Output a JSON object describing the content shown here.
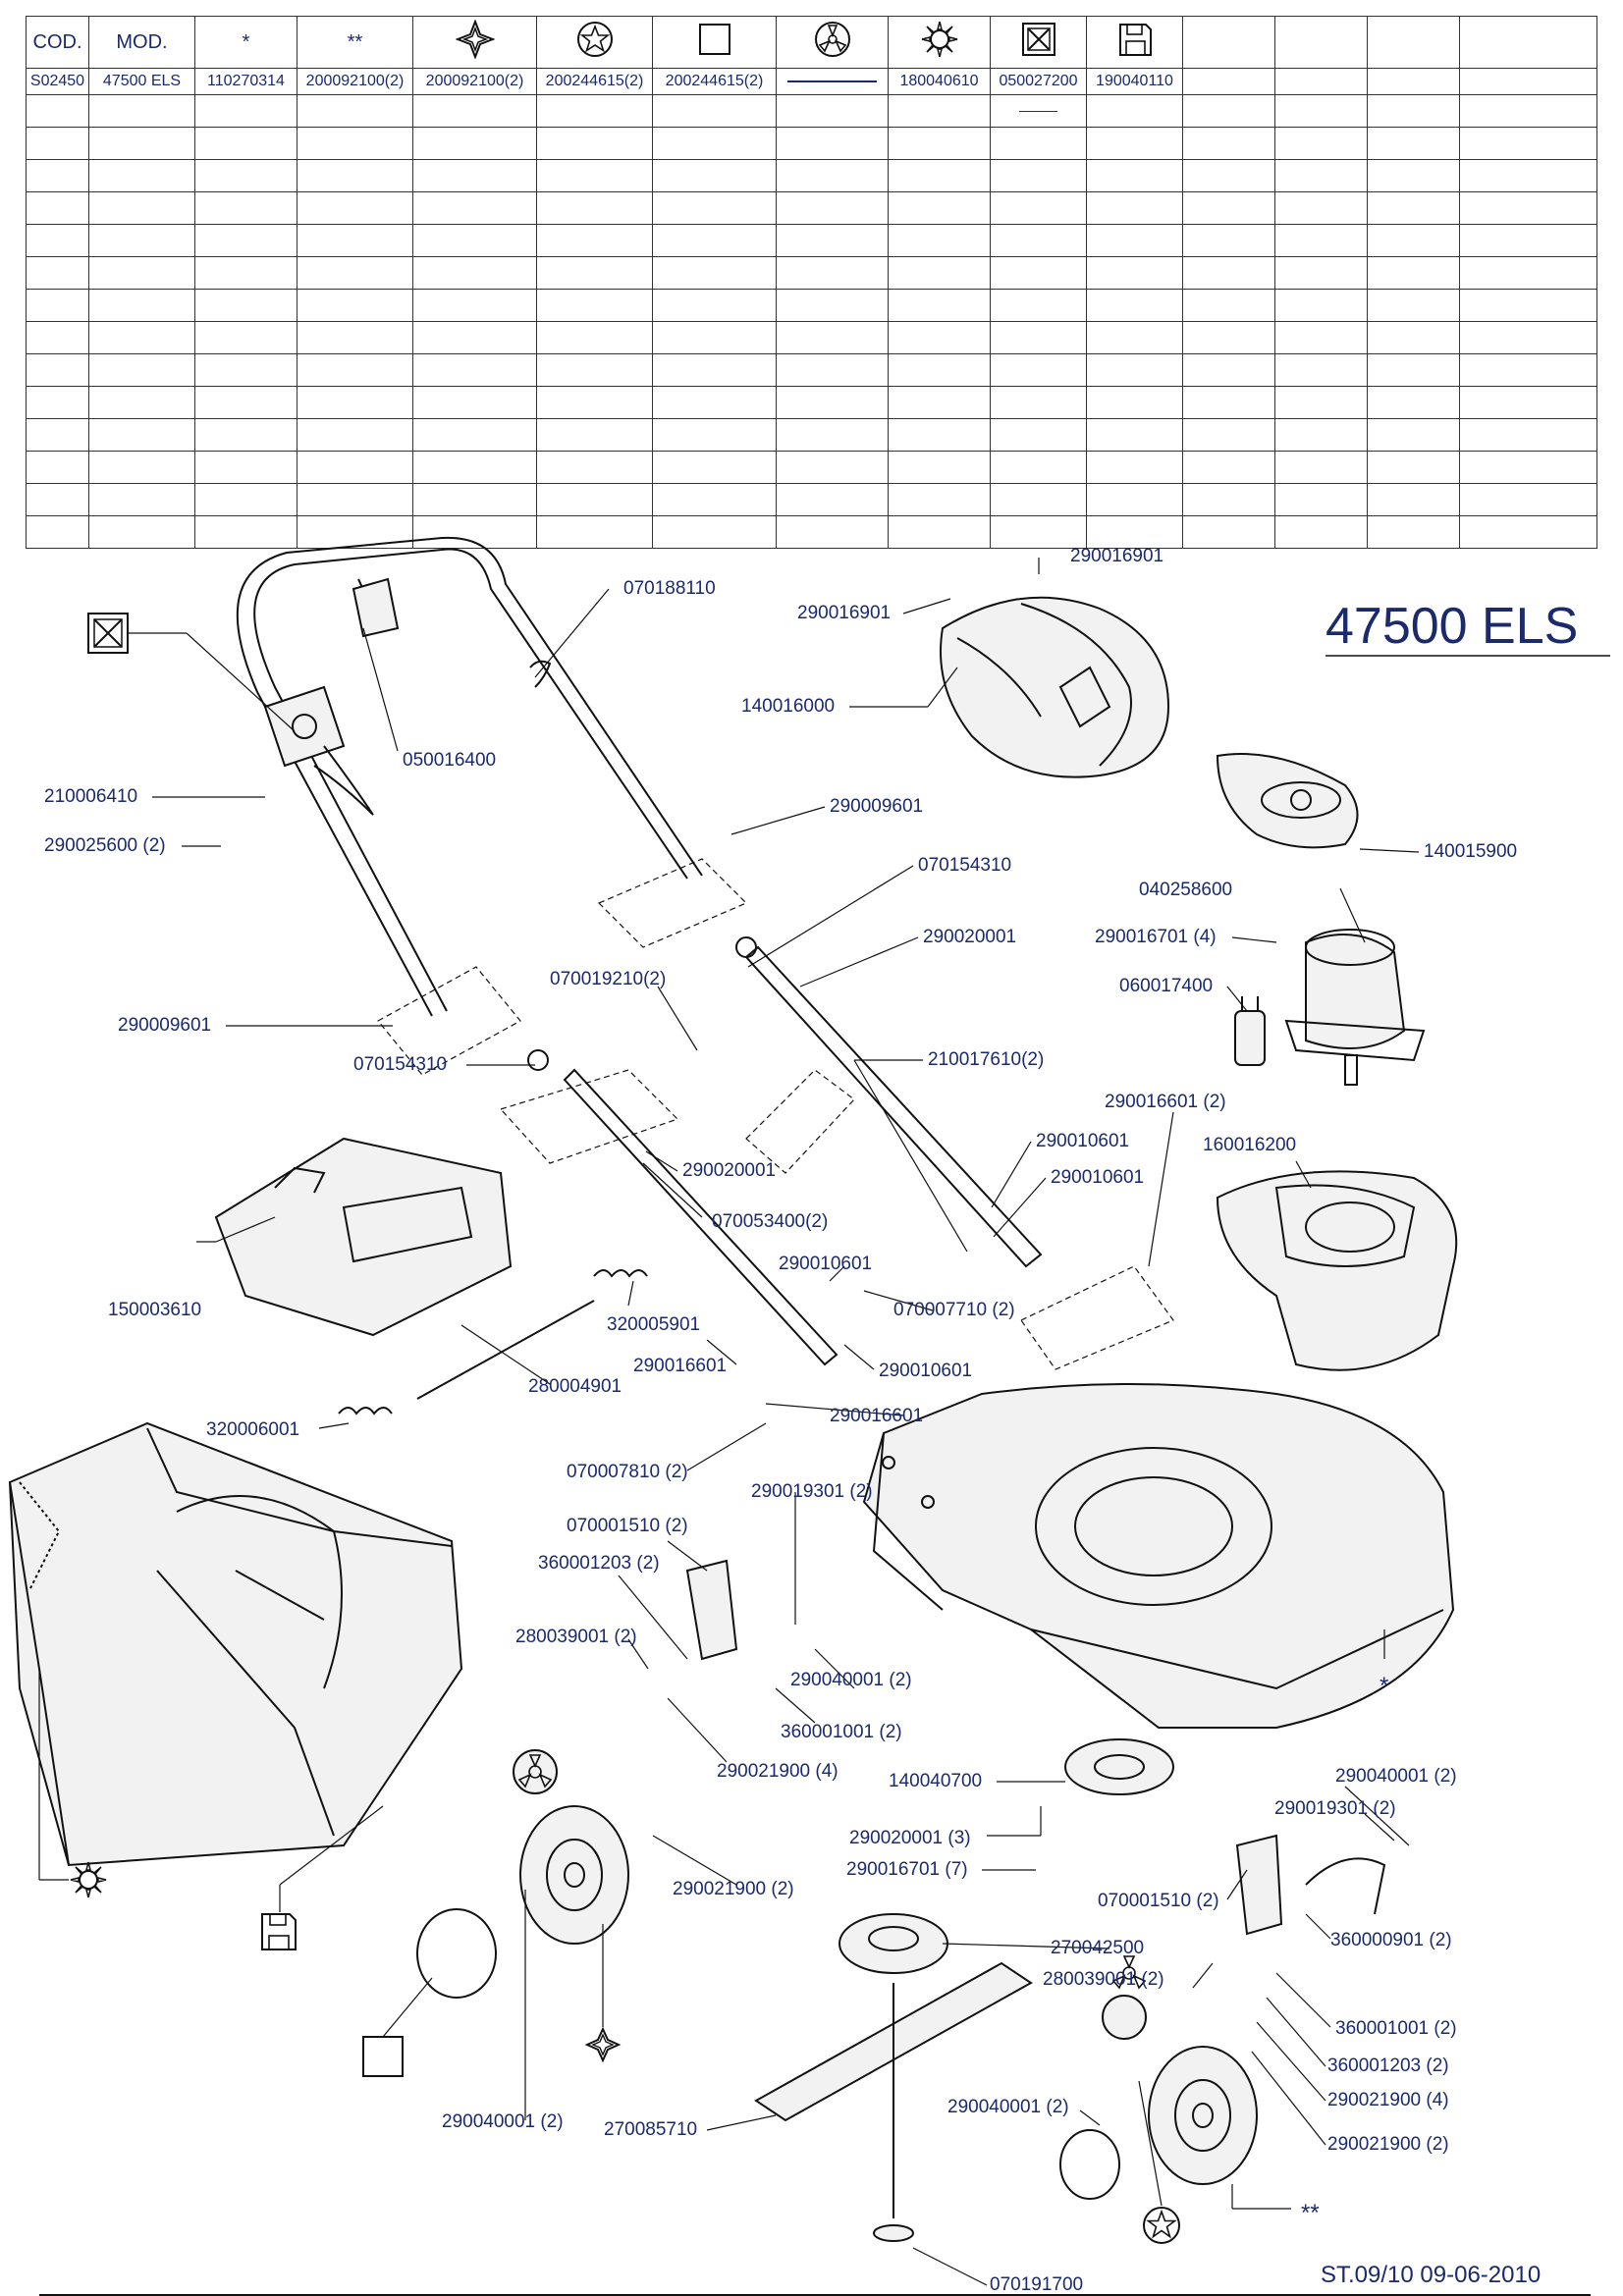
{
  "table": {
    "headers": [
      "COD.",
      "MOD.",
      "*",
      "**",
      "✧",
      "☆",
      "☐",
      "⊛",
      "☼",
      "☒",
      "💾",
      "",
      "",
      "",
      ""
    ],
    "row": [
      "S02450",
      "47500 ELS",
      "110270314",
      "200092100(2)",
      "200092100(2)",
      "200244615(2)",
      "200244615(2)",
      "",
      "180040610",
      "050027200",
      "190040110",
      "",
      "",
      "",
      ""
    ]
  },
  "model_title": "47500  ELS",
  "footer_ref": "ST.09/10  09-06-2010",
  "labels": {
    "l01": "290016901",
    "l02": "070188110",
    "l03": "290016901",
    "l04": "140016000",
    "l05": "050016400",
    "l06": "210006410",
    "l07": "290009601",
    "l08": "290025600 (2)",
    "l09": "070154310",
    "l10": "140015900",
    "l11": "040258600",
    "l12": "290020001",
    "l13": "290016701 (4)",
    "l14": "070019210(2)",
    "l15": "060017400",
    "l16": "290009601",
    "l17": "210017610(2)",
    "l18": "070154310",
    "l19": "290016601 (2)",
    "l20": "290010601",
    "l21": "160016200",
    "l22": "290020001",
    "l23": "290010601",
    "l24": "070053400(2)",
    "l25": "150003610",
    "l26": "290010601",
    "l27": "320005901",
    "l28": "070007710 (2)",
    "l29": "290016601",
    "l30": "290010601",
    "l31": "280004901",
    "l32": "290016601",
    "l33": "320006001",
    "l34": "070007810 (2)",
    "l35": "290019301 (2)",
    "l36": "070001510 (2)",
    "l37": "360001203 (2)",
    "l38": "280039001 (2)",
    "l39": "290040001 (2)",
    "l40": "360001001 (2)",
    "l41": "290021900 (4)",
    "l42": "140040700",
    "l43": "290040001 (2)",
    "l44": "290019301 (2)",
    "l45": "290021900 (2)",
    "l46": "290020001 (3)",
    "l47": "290016701 (7)",
    "l48": "070001510 (2)",
    "l49": "360000901 (2)",
    "l50": "270042500",
    "l51": "280039001 (2)",
    "l52": "360001001 (2)",
    "l53": "360001203 (2)",
    "l54": "290021900 (4)",
    "l55": "290040001 (2)",
    "l56": "290040001 (2)",
    "l57": "270085710",
    "l58": "290021900 (2)",
    "l59": "070191700"
  },
  "symbols": {
    "star_single": "*",
    "star_double": "**"
  },
  "colors": {
    "ink": "#1a2a6c",
    "line": "#111111"
  }
}
